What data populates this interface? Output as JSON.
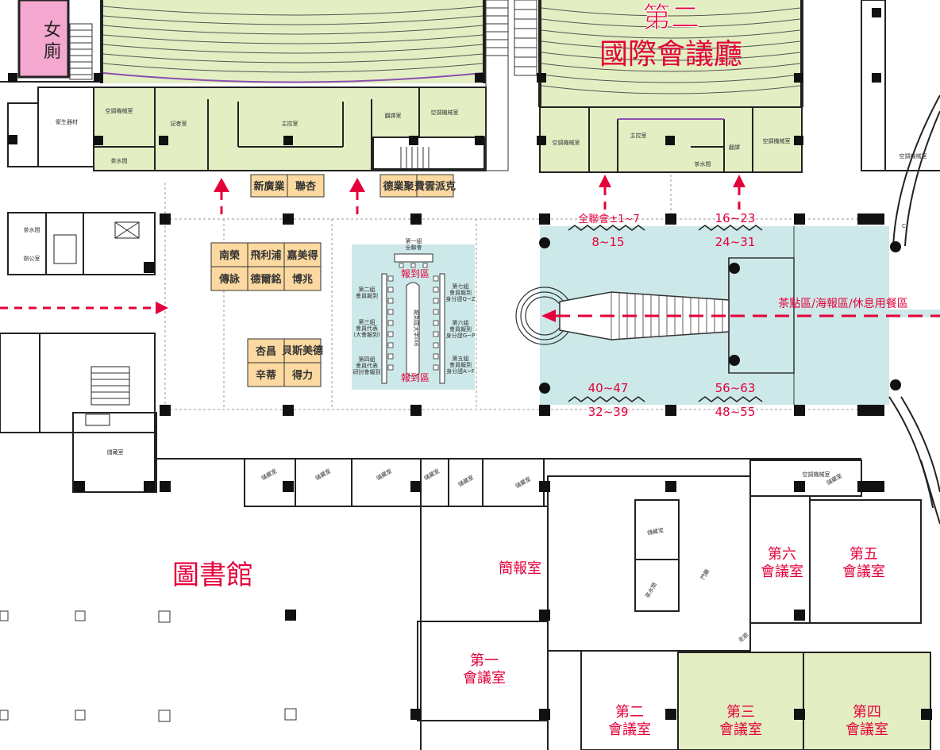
{
  "halls": {
    "second_hall_title_1": "第二",
    "second_hall_title_2": "國際會議廳"
  },
  "restroom": {
    "char1": "女",
    "char2": "廁"
  },
  "library": "圖書館",
  "briefing_room": "簡報室",
  "meeting_rooms": {
    "r1a": "第一",
    "r1b": "會議室",
    "r2a": "第二",
    "r2b": "會議室",
    "r3a": "第三",
    "r3b": "會議室",
    "r4a": "第四",
    "r4b": "會議室",
    "r5a": "第五",
    "r5b": "會議室",
    "r6a": "第六",
    "r6b": "會議室"
  },
  "lounge_label": "茶點區/海報區/休息用餐區",
  "registration": {
    "title_top": "報到區",
    "title_bottom": "報到區",
    "center": "報到區大字IX6",
    "group1": "第一組",
    "group1_sub": "全聯會",
    "group2": "第二組",
    "group2_sub": "會員報到",
    "group3": "第三組",
    "group3_sub1": "會員代表",
    "group3_sub2": "(大會報到)",
    "group4": "第四組",
    "group4_sub1": "會員代表",
    "group4_sub2": "研討會報到",
    "group5": "第五組",
    "group5_sub1": "會員報到",
    "group5_sub2": "身分證A~F",
    "group6": "第六組",
    "group6_sub1": "會員報到",
    "group6_sub2": "身分證G~P",
    "group7": "第七組",
    "group7_sub1": "會員報到",
    "group7_sub2": "身分證Q~Z"
  },
  "booths_top": [
    "新廣業",
    "聯杏",
    "德業聚",
    "費雲派克"
  ],
  "booths_grid": [
    "南榮",
    "飛利浦",
    "嘉美得",
    "傳詠",
    "德爾銘",
    "博兆"
  ],
  "booths_grid2": [
    "杏昌",
    "貝斯美德",
    "辛蒂",
    "得力"
  ],
  "seat_labels": {
    "a": "全聯會±1~7",
    "b": "8~15",
    "c": "16~23",
    "d": "24~31",
    "e": "40~47",
    "f": "32~39",
    "g": "56~63",
    "h": "48~55"
  },
  "small_rooms": {
    "control1": "空調機械室",
    "record": "記者室",
    "main1": "主控室",
    "broadcast": "翻譯室",
    "control2": "空調機械室",
    "tea1": "茶水間",
    "control3": "空調機械室",
    "main2": "主控室",
    "control4": "空調機械室",
    "tea2": "茶水間",
    "translation": "翻譯",
    "hygiene": "衛生器材",
    "tea3": "茶水間",
    "office": "辦公室",
    "storage": "儲藏室",
    "door": "門廳",
    "corridor": "走廊",
    "control5": "空調機械室",
    "c": "C"
  }
}
